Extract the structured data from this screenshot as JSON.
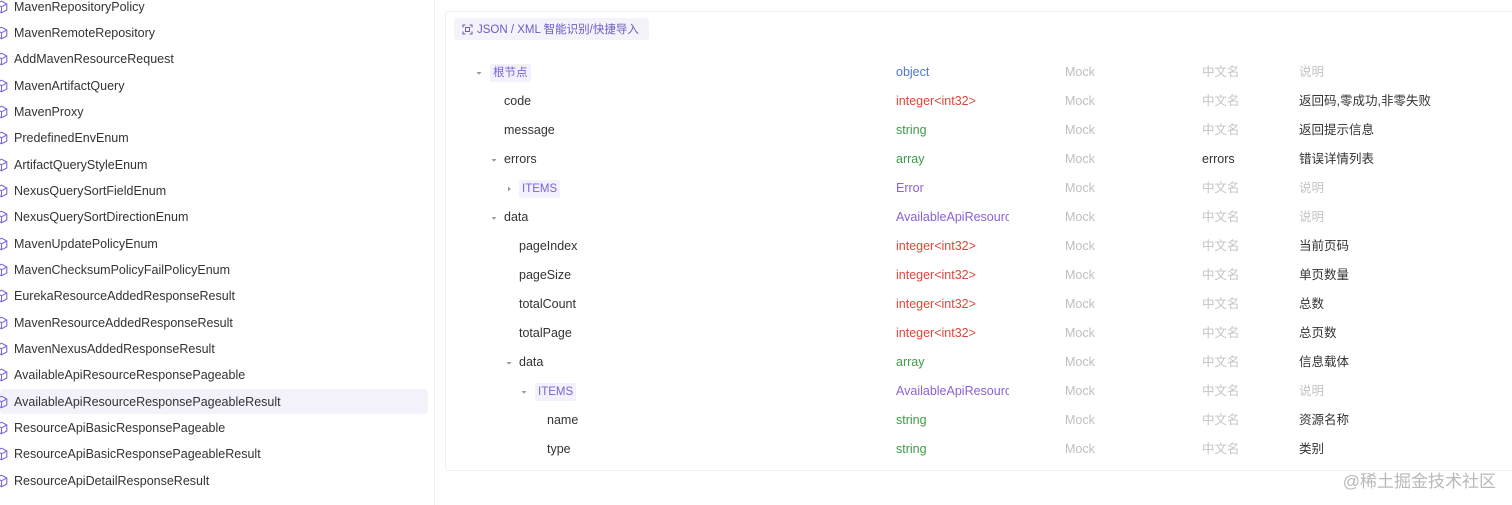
{
  "sidebar": {
    "items": [
      {
        "label": "MavenRepositoryPolicy",
        "active": false
      },
      {
        "label": "MavenRemoteRepository",
        "active": false
      },
      {
        "label": "AddMavenResourceRequest",
        "active": false
      },
      {
        "label": "MavenArtifactQuery",
        "active": false
      },
      {
        "label": "MavenProxy",
        "active": false
      },
      {
        "label": "PredefinedEnvEnum",
        "active": false
      },
      {
        "label": "ArtifactQueryStyleEnum",
        "active": false
      },
      {
        "label": "NexusQuerySortFieldEnum",
        "active": false
      },
      {
        "label": "NexusQuerySortDirectionEnum",
        "active": false
      },
      {
        "label": "MavenUpdatePolicyEnum",
        "active": false
      },
      {
        "label": "MavenChecksumPolicyFailPolicyEnum",
        "active": false
      },
      {
        "label": "EurekaResourceAddedResponseResult",
        "active": false
      },
      {
        "label": "MavenResourceAddedResponseResult",
        "active": false
      },
      {
        "label": "MavenNexusAddedResponseResult",
        "active": false
      },
      {
        "label": "AvailableApiResourceResponsePageable",
        "active": false
      },
      {
        "label": "AvailableApiResourceResponsePageableResult",
        "active": true
      },
      {
        "label": "ResourceApiBasicResponsePageable",
        "active": false
      },
      {
        "label": "ResourceApiBasicResponsePageableResult",
        "active": false
      },
      {
        "label": "ResourceApiDetailResponseResult",
        "active": false
      }
    ]
  },
  "toolbar": {
    "import_label": "JSON / XML 智能识别/快捷导入"
  },
  "schema": {
    "mock_placeholder": "Mock",
    "cn_placeholder": "中文名",
    "desc_placeholder": "说明",
    "rows": [
      {
        "name": "根节点",
        "tag": true,
        "depth": 0,
        "caret": "down",
        "type": "object",
        "type_kind": "object",
        "cn": "",
        "desc": ""
      },
      {
        "name": "code",
        "tag": false,
        "depth": 1,
        "caret": "",
        "type": "integer<int32>",
        "type_kind": "int",
        "cn": "",
        "desc": "返回码,零成功,非零失败"
      },
      {
        "name": "message",
        "tag": false,
        "depth": 1,
        "caret": "",
        "type": "string",
        "type_kind": "string",
        "cn": "",
        "desc": "返回提示信息"
      },
      {
        "name": "errors",
        "tag": false,
        "depth": 1,
        "caret": "down",
        "type": "array",
        "type_kind": "array",
        "cn": "errors",
        "desc": "错误详情列表"
      },
      {
        "name": "ITEMS",
        "tag": true,
        "depth": 2,
        "caret": "right",
        "type": "Error",
        "type_kind": "ref",
        "cn": "",
        "desc": ""
      },
      {
        "name": "data",
        "tag": false,
        "depth": 1,
        "caret": "down",
        "type": "AvailableApiResourc",
        "type_kind": "ref",
        "cn": "",
        "desc": ""
      },
      {
        "name": "pageIndex",
        "tag": false,
        "depth": 2,
        "caret": "",
        "type": "integer<int32>",
        "type_kind": "int",
        "cn": "",
        "desc": "当前页码"
      },
      {
        "name": "pageSize",
        "tag": false,
        "depth": 2,
        "caret": "",
        "type": "integer<int32>",
        "type_kind": "int",
        "cn": "",
        "desc": "单页数量"
      },
      {
        "name": "totalCount",
        "tag": false,
        "depth": 2,
        "caret": "",
        "type": "integer<int32>",
        "type_kind": "int",
        "cn": "",
        "desc": "总数"
      },
      {
        "name": "totalPage",
        "tag": false,
        "depth": 2,
        "caret": "",
        "type": "integer<int32>",
        "type_kind": "int",
        "cn": "",
        "desc": "总页数"
      },
      {
        "name": "data",
        "tag": false,
        "depth": 2,
        "caret": "down",
        "type": "array",
        "type_kind": "array",
        "cn": "",
        "desc": "信息载体"
      },
      {
        "name": "ITEMS",
        "tag": true,
        "depth": 3,
        "caret": "down",
        "type": "AvailableApiResourc",
        "type_kind": "ref",
        "cn": "",
        "desc": ""
      },
      {
        "name": "name",
        "tag": false,
        "depth": 4,
        "caret": "",
        "type": "string",
        "type_kind": "string",
        "cn": "",
        "desc": "资源名称"
      },
      {
        "name": "type",
        "tag": false,
        "depth": 4,
        "caret": "",
        "type": "string",
        "type_kind": "string",
        "cn": "",
        "desc": "类别"
      }
    ]
  },
  "watermark": "@稀土掘金技术社区",
  "colors": {
    "accent": "#6b5bc4",
    "type_object": "#4a77d8",
    "type_int": "#e0453a",
    "type_string": "#3d9c48",
    "type_ref": "#8a62d8"
  }
}
